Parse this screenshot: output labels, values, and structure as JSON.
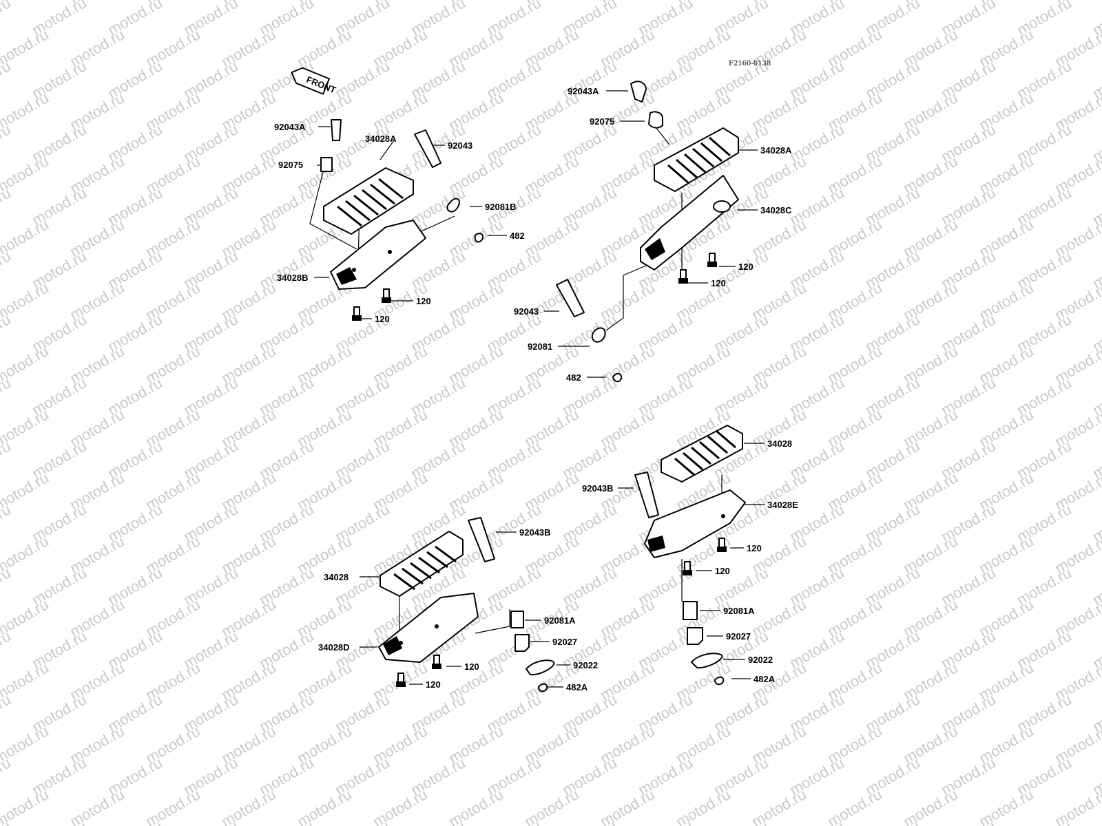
{
  "watermark": "motod.ru",
  "figure_code": "F2160-0138",
  "front_label": "FRONT",
  "groups": {
    "front_left": {
      "labels": [
        "92043A",
        "92075",
        "34028A",
        "92043",
        "92081B",
        "482",
        "34028B",
        "120",
        "120"
      ]
    },
    "front_right": {
      "labels": [
        "92043A",
        "92075",
        "34028A",
        "34028C",
        "120",
        "120",
        "92043",
        "92081",
        "482"
      ]
    },
    "rear_left": {
      "labels": [
        "92043B",
        "34028",
        "34028D",
        "92081A",
        "92027",
        "120",
        "92022",
        "120",
        "482A"
      ]
    },
    "rear_right": {
      "labels": [
        "34028",
        "92043B",
        "34028E",
        "120",
        "120",
        "92081A",
        "92027",
        "92022",
        "482A"
      ]
    }
  }
}
